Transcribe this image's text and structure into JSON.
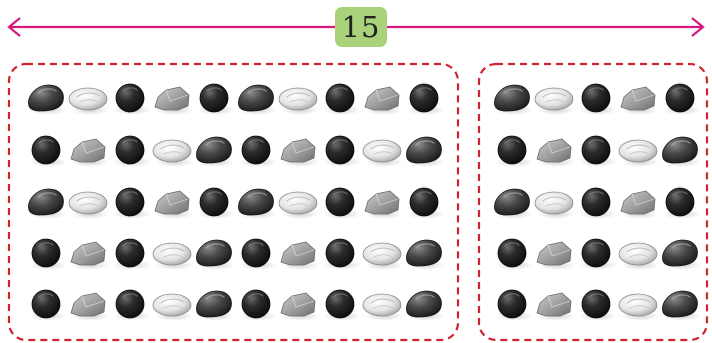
{
  "label": {
    "text": "15"
  },
  "colors": {
    "arrow": "#d6197f",
    "dashed_border": "#d1232e",
    "label_bg": "#a9d27b"
  },
  "groups": [
    {
      "name": "left-group",
      "rows": [
        [
          "dark-oval",
          "white-oval",
          "black-round",
          "gray-rock",
          "black-round",
          "dark-oval",
          "white-oval",
          "black-round",
          "gray-rock",
          "black-round"
        ],
        [
          "black-round",
          "gray-rock",
          "black-round",
          "white-oval",
          "dark-oval",
          "black-round",
          "gray-rock",
          "black-round",
          "white-oval",
          "dark-oval"
        ],
        [
          "dark-oval",
          "white-oval",
          "black-round",
          "gray-rock",
          "black-round",
          "dark-oval",
          "white-oval",
          "black-round",
          "gray-rock",
          "black-round"
        ],
        [
          "black-round",
          "gray-rock",
          "black-round",
          "white-oval",
          "dark-oval",
          "black-round",
          "gray-rock",
          "black-round",
          "white-oval",
          "dark-oval"
        ],
        [
          "black-round",
          "gray-rock",
          "black-round",
          "white-oval",
          "dark-oval",
          "black-round",
          "gray-rock",
          "black-round",
          "white-oval",
          "dark-oval"
        ]
      ]
    },
    {
      "name": "right-group",
      "rows": [
        [
          "dark-oval",
          "white-oval",
          "black-round",
          "gray-rock",
          "black-round"
        ],
        [
          "black-round",
          "gray-rock",
          "black-round",
          "white-oval",
          "dark-oval"
        ],
        [
          "dark-oval",
          "white-oval",
          "black-round",
          "gray-rock",
          "black-round"
        ],
        [
          "black-round",
          "gray-rock",
          "black-round",
          "white-oval",
          "dark-oval"
        ],
        [
          "black-round",
          "gray-rock",
          "black-round",
          "white-oval",
          "dark-oval"
        ]
      ]
    }
  ]
}
